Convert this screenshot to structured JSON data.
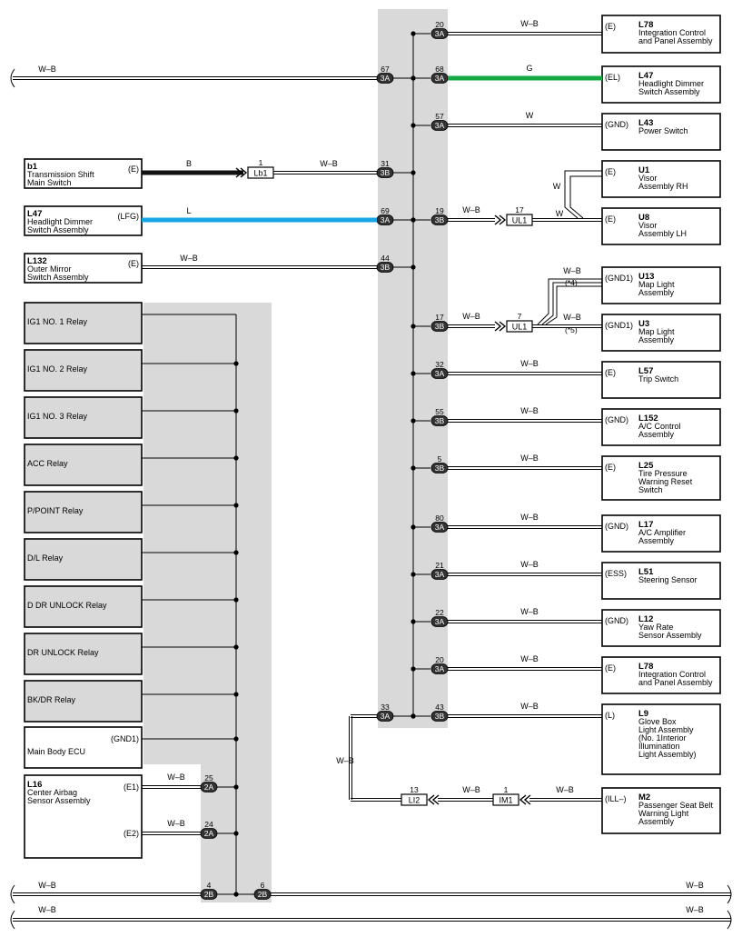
{
  "left_components": [
    {
      "id": "b1",
      "name": "Transmission Shift\nMain Switch",
      "pin": "(E)",
      "color": "B",
      "conn_id": "Lb1",
      "conn_num": "1",
      "color2": "W–B",
      "jpin": "31",
      "jconn": "3B",
      "wire_fill": "#111111"
    },
    {
      "id": "L47",
      "name": "Headlight Dimmer\nSwitch Assembly",
      "pin": "(LFG)",
      "color": "L",
      "jpin": "69",
      "jconn": "3A",
      "wire_fill": "#19a6e6"
    },
    {
      "id": "L132",
      "name": "Outer Mirror\nSwitch Assembly",
      "pin": "(E)",
      "color": "W–B",
      "jpin": "44",
      "jconn": "3B"
    }
  ],
  "right_components": [
    {
      "id": "L78",
      "name": "Integration Control\nand Panel Assembly",
      "pin": "(E)",
      "jpin": "20",
      "jconn": "3A",
      "color": "W–B"
    },
    {
      "id": "L47",
      "name": "Headlight Dimmer\nSwitch Assembly",
      "pin": "(EL)",
      "jpin": "68",
      "jconn": "3A",
      "color": "G"
    },
    {
      "id": "L43",
      "name": "Power Switch",
      "pin": "(GND)",
      "jpin": "57",
      "jconn": "3A",
      "color": "W"
    },
    {
      "id": "U1",
      "name": "Visor\nAssembly RH",
      "pin": "(E)",
      "color": "W"
    },
    {
      "id": "U8",
      "name": "Visor\nAssembly LH",
      "pin": "(E)",
      "jpin": "19",
      "jconn": "3B",
      "color": "W–B",
      "conn_id": "UL1",
      "conn_num": "17",
      "color2": "W"
    },
    {
      "id": "U13",
      "name": "Map Light\nAssembly",
      "pin": "(GND1)",
      "note": "(*4)",
      "color": "W–B"
    },
    {
      "id": "U3",
      "name": "Map Light\nAssembly",
      "pin": "(GND1)",
      "note": "(*5)",
      "jpin": "17",
      "jconn": "3B",
      "color": "W–B",
      "conn_id": "UL1",
      "conn_num": "7",
      "color2": "W–B"
    },
    {
      "id": "L57",
      "name": "Trip Switch",
      "pin": "(E)",
      "jpin": "32",
      "jconn": "3A",
      "color": "W–B"
    },
    {
      "id": "L152",
      "name": "A/C Control\nAssembly",
      "pin": "(GND)",
      "jpin": "55",
      "jconn": "3B",
      "color": "W–B"
    },
    {
      "id": "L25",
      "name": "Tire Pressure\nWarning Reset\nSwitch",
      "pin": "(E)",
      "jpin": "5",
      "jconn": "3B",
      "color": "W–B"
    },
    {
      "id": "L17",
      "name": "A/C Amplifier\nAssembly",
      "pin": "(GND)",
      "jpin": "80",
      "jconn": "3A",
      "color": "W–B"
    },
    {
      "id": "L51",
      "name": "Steering Sensor",
      "pin": "(ESS)",
      "jpin": "21",
      "jconn": "3A",
      "color": "W–B"
    },
    {
      "id": "L12",
      "name": "Yaw Rate\nSensor Assembly",
      "pin": "(GND)",
      "jpin": "22",
      "jconn": "3A",
      "color": "W–B"
    },
    {
      "id": "L78",
      "name": "Integration Control\nand Panel Assembly",
      "pin": "(E)",
      "jpin": "20",
      "jconn": "3A",
      "color": "W–B"
    },
    {
      "id": "L9",
      "name": "Glove Box\nLight Assembly\n(No. 1Interior\n Illumination\n Light Assembly)",
      "pin": "(L)",
      "jpin": "43",
      "jconn": "3B",
      "color": "W–B"
    },
    {
      "id": "M2",
      "name": "Passenger Seat Belt\nWarning Light\nAssembly",
      "pin": "(ILL–)",
      "color": "W–B",
      "conn_id": "IM1",
      "conn_num": "1",
      "conn2_id": "LI2",
      "conn2_num": "13",
      "color2": "W–B"
    }
  ],
  "top_wire": {
    "color": "W–B",
    "jpin": "67",
    "jconn": "3A"
  },
  "relays": [
    {
      "label": "IG1 NO. 1 Relay"
    },
    {
      "label": "IG1 NO. 2 Relay"
    },
    {
      "label": "IG1 NO. 3 Relay"
    },
    {
      "label": "ACC Relay"
    },
    {
      "label": "P/POINT Relay"
    },
    {
      "label": "D/L Relay"
    },
    {
      "label": "D DR UNLOCK Relay"
    },
    {
      "label": "DR UNLOCK Relay"
    },
    {
      "label": "BK/DR Relay"
    }
  ],
  "main_body_ecu": {
    "label": "Main Body ECU",
    "pin": "(GND1)"
  },
  "airbag": {
    "id": "L16",
    "name": "Center Airbag\nSensor Assembly",
    "pins": [
      {
        "pin": "(E1)",
        "color": "W–B",
        "jpin": "25",
        "jconn": "2A"
      },
      {
        "pin": "(E2)",
        "color": "W–B",
        "jpin": "24",
        "jconn": "2A"
      }
    ]
  },
  "bottom_joints": [
    {
      "jpin": "4",
      "jconn": "2B"
    },
    {
      "jpin": "6",
      "jconn": "2B"
    }
  ],
  "bottom_wire_labels": [
    "W–B",
    "W–B",
    "W–B",
    "W–B"
  ],
  "junction_33": {
    "jpin": "33",
    "jconn": "3A",
    "color": "W–B"
  }
}
